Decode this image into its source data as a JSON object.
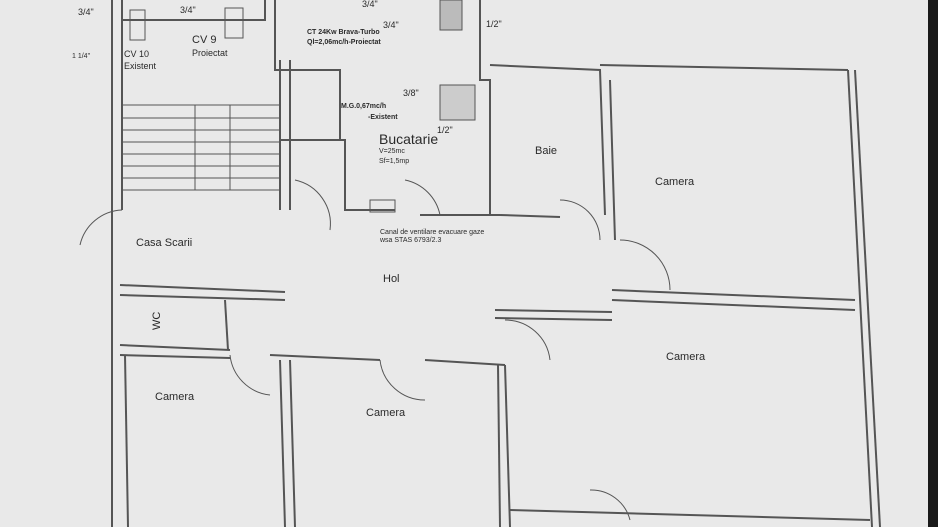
{
  "rooms": {
    "casa_scarii": "Casa Scarii",
    "hol": "Hol",
    "wc": "WC",
    "bucatarie": "Bucatarie",
    "baie": "Baie",
    "camera_top_right": "Camera",
    "camera_mid_right": "Camera",
    "camera_bottom_left": "Camera",
    "camera_bottom_center": "Camera"
  },
  "annotations": {
    "pipe_left_top": "3/4\"",
    "pipe_left_mid": "1 1/4\"",
    "pipe_top_1": "3/4\"",
    "pipe_top_2": "3/4\"",
    "pipe_top_3": "3/4\"",
    "pipe_right_top": "1/2\"",
    "pipe_38": "3/8\"",
    "pipe_kitchen": "1/2\"",
    "cv10": "CV 10",
    "cv10_status": "Existent",
    "cv9": "CV 9",
    "cv9_status": "Proiectat",
    "ct_line1": "CT 24Kw Brava-Turbo",
    "ct_line2": "Ql=2,06mc/h-Proiectat",
    "mg_line1": "M.G.0,67mc/h",
    "mg_line2": "-Existent",
    "kitchen_volume": "V=25mc",
    "kitchen_surface": "Sf=1,5mp",
    "vent_line1": "Canal de ventilare evacuare gaze",
    "vent_line2": "wsa STAS 6793/2.3"
  }
}
